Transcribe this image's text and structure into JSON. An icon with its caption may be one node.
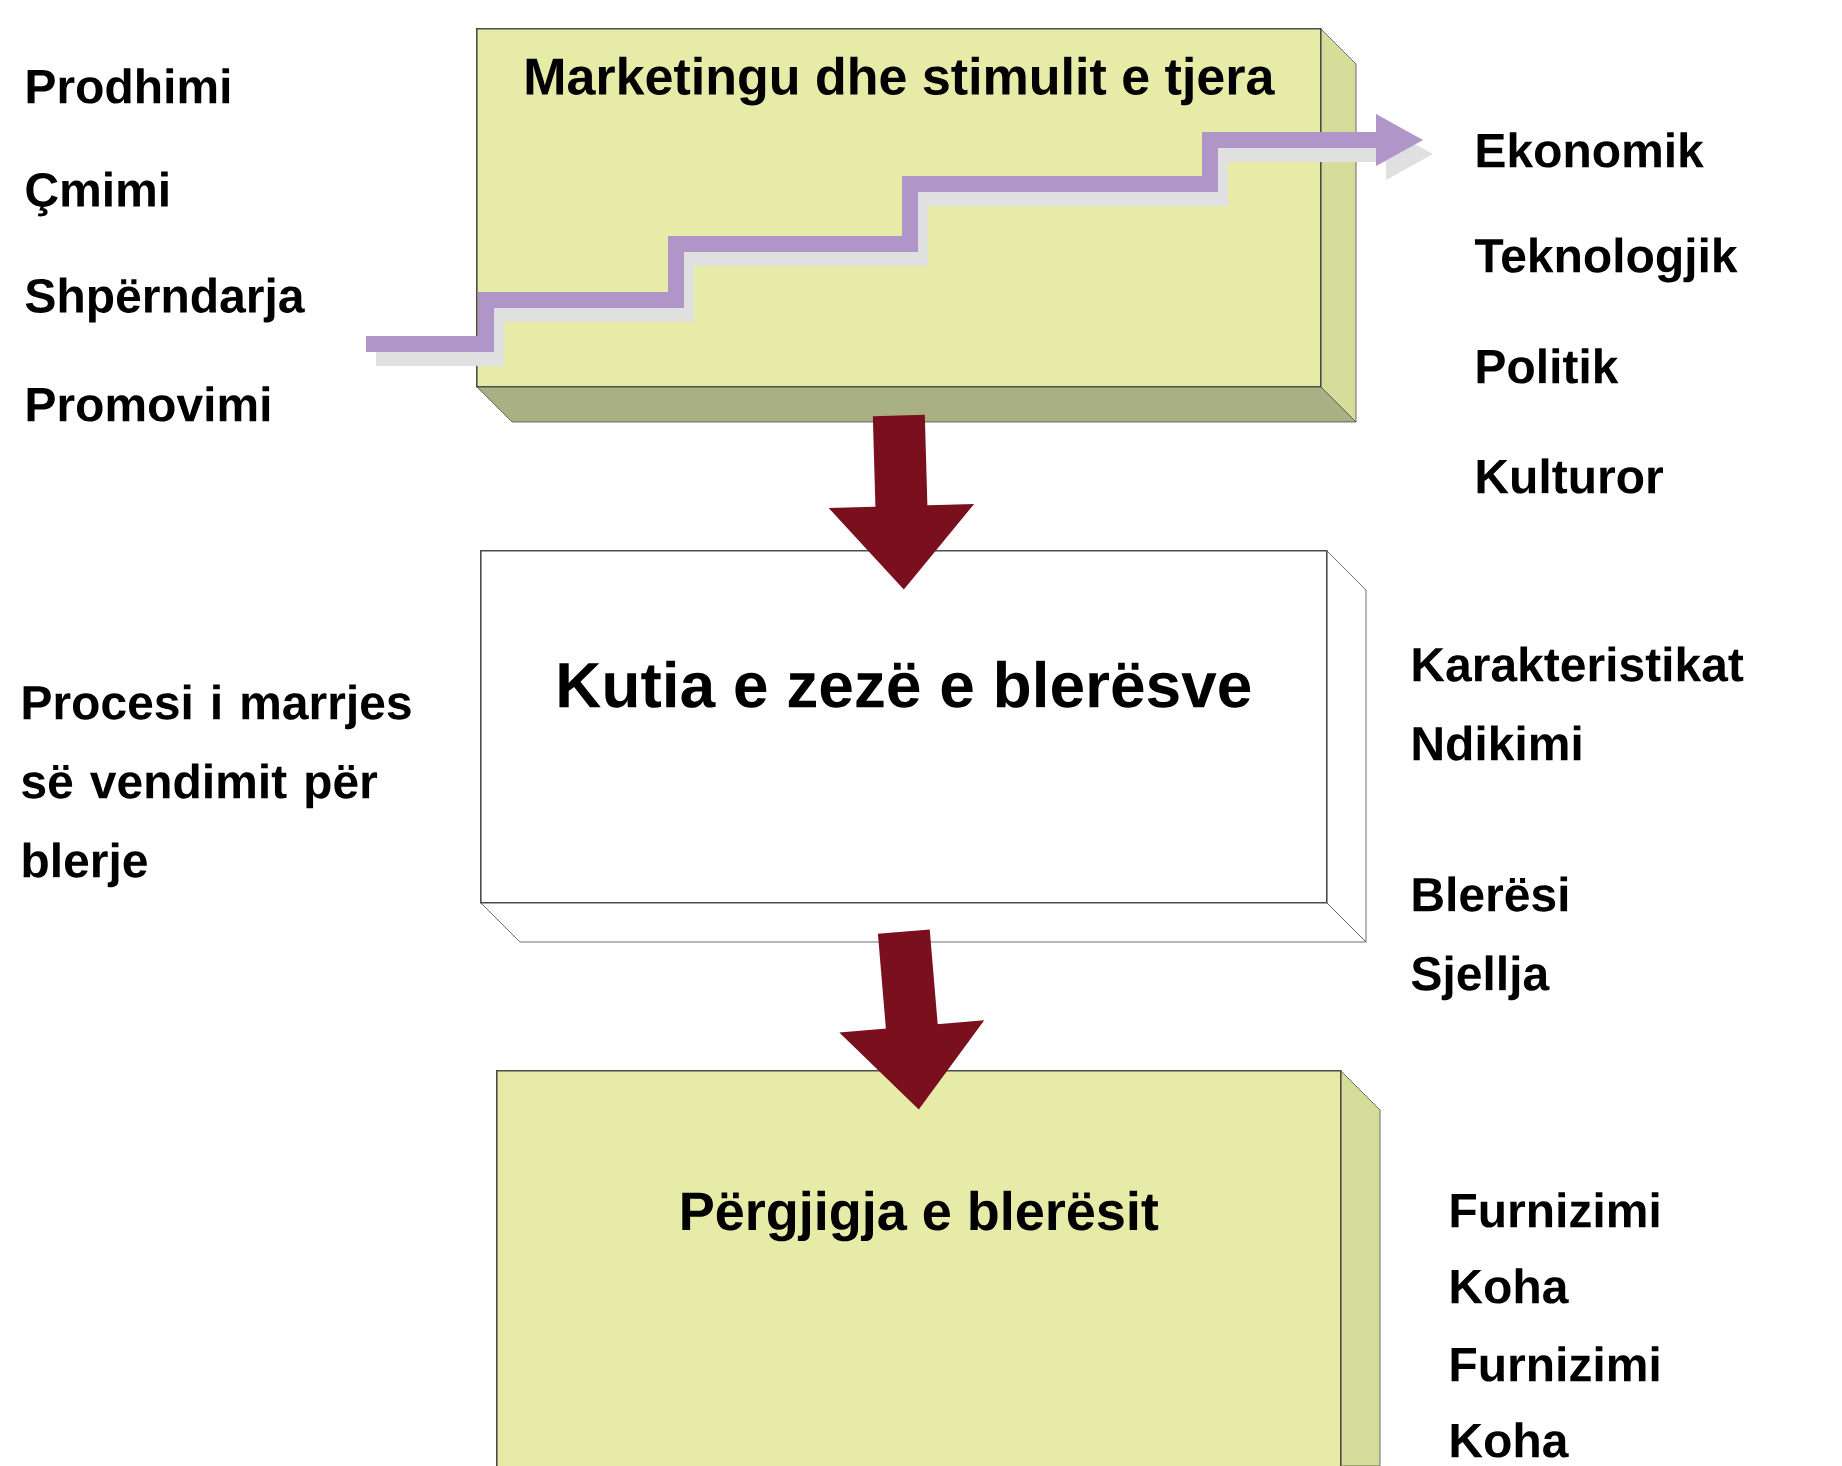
{
  "diagram": {
    "nodes": [
      {
        "text": [
          "Marketingu dhe stimulit e tjera"
        ]
      },
      {
        "text": [
          "Kutia e zezë e blerësve"
        ]
      },
      {
        "text": [
          "Përgjigja e blerësit"
        ]
      }
    ],
    "edges": [
      {
        "from": 0,
        "to": 1,
        "arrow": "to"
      },
      {
        "from": 1,
        "to": 2,
        "arrow": "to"
      }
    ],
    "labels": [
      "Prodhimi",
      "Çmimi",
      "Shpërndarja",
      "Promovimi",
      "Ekonomik",
      "Teknologjik",
      "Politik",
      "Kulturor",
      "Procesi i marrjes së vendimit për blerje",
      "Karakteristikat Ndikimi",
      "Blerësi Sjellja",
      "Furnizimi",
      "Koha",
      "Furnizimi",
      "Koha"
    ]
  }
}
